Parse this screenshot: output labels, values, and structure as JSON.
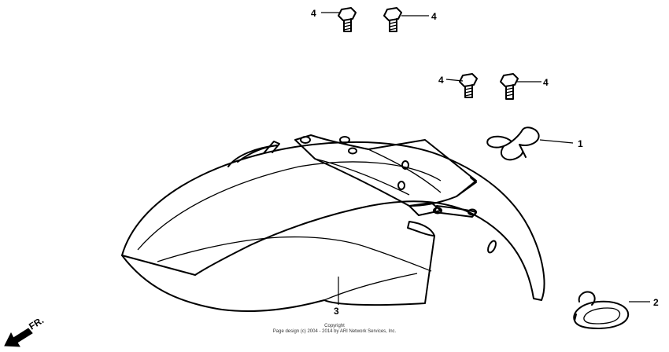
{
  "callouts": {
    "c1": "1",
    "c2": "2",
    "c3": "3",
    "c4a": "4",
    "c4b": "4",
    "c4c": "4",
    "c4d": "4"
  },
  "direction_label": "FR.",
  "copyright": {
    "line1": "Copyright",
    "line2": "Page design (c) 2004 - 2014 by ARI Network Services, Inc."
  }
}
